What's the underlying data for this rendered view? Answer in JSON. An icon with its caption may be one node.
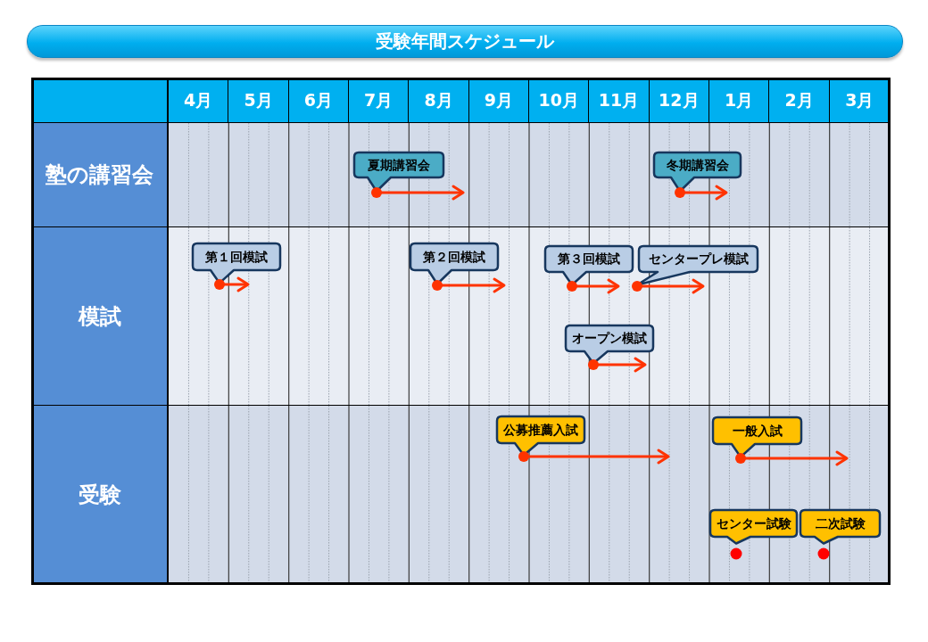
{
  "diagram": {
    "title": "受験年間スケジュール",
    "nodes": [
      {
        "text": [
          "夏期講習会"
        ]
      },
      {
        "text": [
          "冬期講習会"
        ]
      },
      {
        "text": [
          "第１回模試"
        ]
      },
      {
        "text": [
          "第２回模試"
        ]
      },
      {
        "text": [
          "第３回模試"
        ]
      },
      {
        "text": [
          "センタープレ模試"
        ]
      },
      {
        "text": [
          "オープン模試"
        ]
      },
      {
        "text": [
          "公募推薦入試"
        ]
      },
      {
        "text": [
          "一般入試"
        ]
      },
      {
        "text": [
          "センター試験"
        ]
      },
      {
        "text": [
          "二次試験"
        ]
      }
    ],
    "edges": [
      {
        "from": 0,
        "to": null,
        "arrow": "to"
      },
      {
        "from": 1,
        "to": null,
        "arrow": "to"
      },
      {
        "from": 2,
        "to": null,
        "arrow": "to"
      },
      {
        "from": 3,
        "to": null,
        "arrow": "to"
      },
      {
        "from": 4,
        "to": null,
        "arrow": "to"
      },
      {
        "from": 5,
        "to": null,
        "arrow": "to"
      },
      {
        "from": 6,
        "to": null,
        "arrow": "to"
      },
      {
        "from": 7,
        "to": null,
        "arrow": "to"
      },
      {
        "from": 8,
        "to": null,
        "arrow": "to"
      }
    ],
    "labels": [
      "4月",
      "5月",
      "6月",
      "7月",
      "8月",
      "9月",
      "10月",
      "11月",
      "12月",
      "1月",
      "2月",
      "3月",
      "塾の講習会",
      "模試",
      "受験"
    ]
  }
}
